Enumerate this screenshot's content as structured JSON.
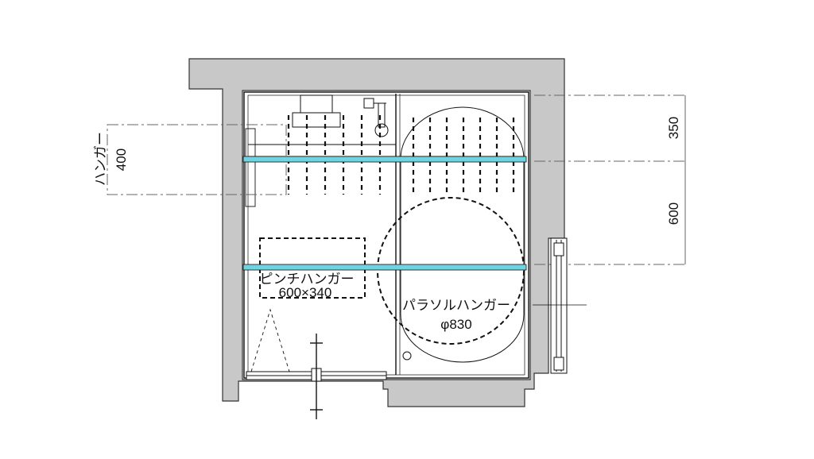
{
  "labels": {
    "hanger_word": "ハンガー",
    "hanger_width": "400",
    "dim_top": "350",
    "dim_middle": "600",
    "pinch_hanger_name": "ピンチハンガー",
    "pinch_hanger_size": "600×340",
    "parasol_hanger_name": "パラソルハンガー",
    "parasol_hanger_size": "φ830"
  },
  "colors": {
    "wall_fill": "#c8c8c8",
    "line": "#111111",
    "pole": "#6fd3e0",
    "dim_line": "#666666"
  }
}
